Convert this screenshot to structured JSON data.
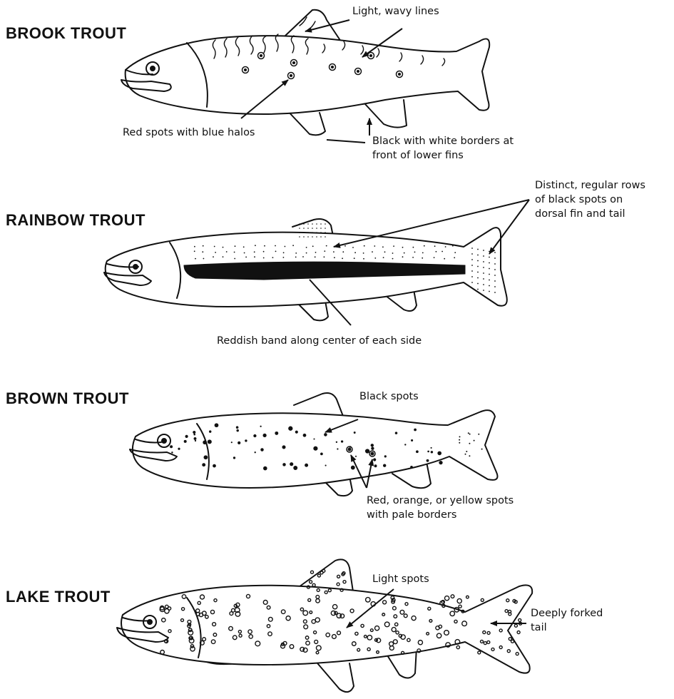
{
  "fish": [
    {
      "name": "BROOK TROUT",
      "callouts": [
        {
          "lines": [
            "Light, wavy lines"
          ]
        },
        {
          "lines": [
            "Red spots with blue halos"
          ]
        },
        {
          "lines": [
            "Black with white borders at",
            "front of lower fins"
          ]
        }
      ]
    },
    {
      "name": "RAINBOW TROUT",
      "callouts": [
        {
          "lines": [
            "Distinct, regular rows",
            "of black spots on",
            "dorsal fin and tail"
          ]
        },
        {
          "lines": [
            "Reddish band along center of each side"
          ]
        }
      ]
    },
    {
      "name": "BROWN TROUT",
      "callouts": [
        {
          "lines": [
            "Black spots"
          ]
        },
        {
          "lines": [
            "Red, orange, or yellow spots",
            "with pale borders"
          ]
        }
      ]
    },
    {
      "name": "LAKE TROUT",
      "callouts": [
        {
          "lines": [
            "Light spots"
          ]
        },
        {
          "lines": [
            "Deeply forked",
            "tail"
          ]
        }
      ]
    }
  ]
}
